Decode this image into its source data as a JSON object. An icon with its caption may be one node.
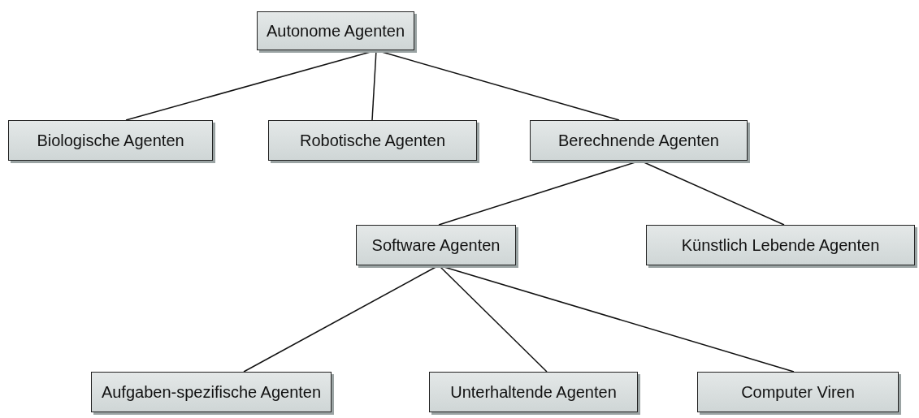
{
  "diagram": {
    "nodes": [
      {
        "text": [
          "Autonome Agenten"
        ]
      },
      {
        "text": [
          "Biologische Agenten"
        ]
      },
      {
        "text": [
          "Robotische Agenten"
        ]
      },
      {
        "text": [
          "Berechnende Agenten"
        ]
      },
      {
        "text": [
          "Software Agenten"
        ]
      },
      {
        "text": [
          "Künstlich Lebende Agenten"
        ]
      },
      {
        "text": [
          "Aufgaben-spezifische Agenten"
        ]
      },
      {
        "text": [
          "Unterhaltende Agenten"
        ]
      },
      {
        "text": [
          "Computer Viren"
        ]
      }
    ],
    "edges": [
      {
        "from": 0,
        "to": 1,
        "arrow": "none"
      },
      {
        "from": 0,
        "to": 2,
        "arrow": "none"
      },
      {
        "from": 0,
        "to": 3,
        "arrow": "none"
      },
      {
        "from": 3,
        "to": 4,
        "arrow": "none"
      },
      {
        "from": 3,
        "to": 5,
        "arrow": "none"
      },
      {
        "from": 4,
        "to": 6,
        "arrow": "none"
      },
      {
        "from": 4,
        "to": 7,
        "arrow": "none"
      },
      {
        "from": 4,
        "to": 8,
        "arrow": "none"
      }
    ]
  }
}
